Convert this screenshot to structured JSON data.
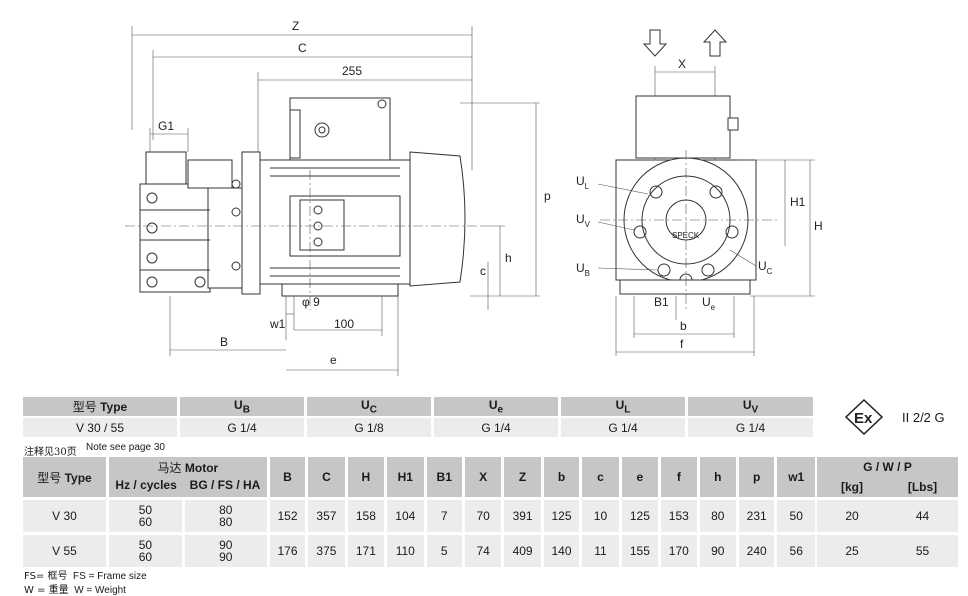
{
  "drawing": {
    "labels": {
      "Z": "Z",
      "C": "C",
      "dim255": "255",
      "G1": "G1",
      "p": "p",
      "h": "h",
      "c": "c",
      "phi9": "φ 9",
      "w1": "w1",
      "dim100": "100",
      "B": "B",
      "e": "e",
      "X": "X",
      "H1": "H1",
      "H": "H",
      "B1": "B1",
      "b": "b",
      "f": "f",
      "U": "U",
      "L": "L",
      "V": "V",
      "Bsub": "B",
      "Csub": "C",
      "esub": "e",
      "brand": "SPECK"
    }
  },
  "connections": {
    "header": {
      "type_cn": "型号",
      "type_en": "Type",
      "cols": [
        {
          "main": "U",
          "sub": "B"
        },
        {
          "main": "U",
          "sub": "C"
        },
        {
          "main": "U",
          "sub": "e"
        },
        {
          "main": "U",
          "sub": "L"
        },
        {
          "main": "U",
          "sub": "V"
        }
      ]
    },
    "row": {
      "type": "V 30 / 55",
      "values": [
        "G 1/4",
        "G 1/8",
        "G 1/4",
        "G 1/4",
        "G 1/4"
      ]
    }
  },
  "atex": {
    "symbol": "Ex",
    "category": "II 2/2 G"
  },
  "note": {
    "cn": "注释见30页",
    "en": "Note see page 30"
  },
  "dimensions": {
    "type_cn": "型号",
    "type_en": "Type",
    "motor_cn": "马达",
    "motor_en": "Motor",
    "hz_label": "Hz / cycles",
    "bg_label": "BG / FS / HA",
    "cols": [
      "B",
      "C",
      "H",
      "H1",
      "B1",
      "X",
      "Z",
      "b",
      "c",
      "e",
      "f",
      "h",
      "p",
      "w1"
    ],
    "rows": [
      {
        "type": "V 30",
        "hz": [
          "50",
          "60"
        ],
        "bg": [
          "80",
          "80"
        ],
        "values": [
          "152",
          "357",
          "158",
          "104",
          "7",
          "70",
          "391",
          "125",
          "10",
          "125",
          "153",
          "80",
          "231",
          "50"
        ]
      },
      {
        "type": "V 55",
        "hz": [
          "50",
          "60"
        ],
        "bg": [
          "90",
          "90"
        ],
        "values": [
          "176",
          "375",
          "171",
          "110",
          "5",
          "74",
          "409",
          "140",
          "11",
          "155",
          "170",
          "90",
          "240",
          "56"
        ]
      }
    ]
  },
  "weights": {
    "title": "G / W / P",
    "units": [
      "[kg]",
      "[Lbs]"
    ],
    "rows": [
      [
        "20",
        "44"
      ],
      [
        "25",
        "55"
      ]
    ]
  },
  "legend": {
    "fs_cn": "FS= 框号",
    "fs_en": "FS = Frame size",
    "w_cn": "W = 重量",
    "w_en": "W = Weight"
  }
}
